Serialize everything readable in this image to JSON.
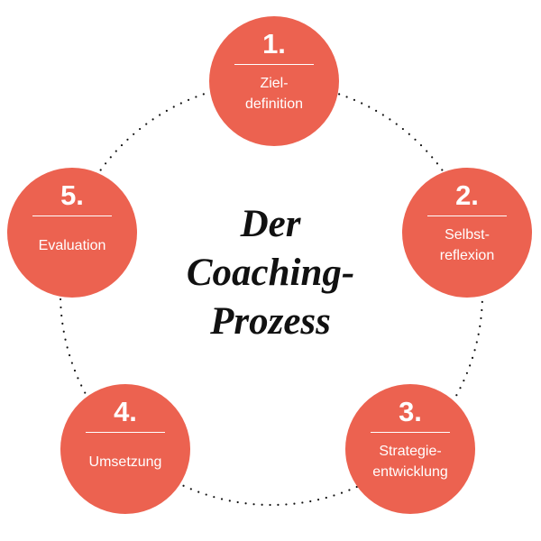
{
  "title": [
    "Der",
    "Coaching-",
    "Prozess"
  ],
  "colors": {
    "accent": "#EC6250",
    "text_on_accent": "#FFFFFF",
    "dots": "#111111"
  },
  "steps": [
    {
      "number": "1.",
      "label": [
        "Ziel-",
        "definition"
      ]
    },
    {
      "number": "2.",
      "label": [
        "Selbst-",
        "reflexion"
      ]
    },
    {
      "number": "3.",
      "label": [
        "Strategie-",
        "entwicklung"
      ]
    },
    {
      "number": "4.",
      "label": [
        "Umsetzung"
      ]
    },
    {
      "number": "5.",
      "label": [
        "Evaluation"
      ]
    }
  ]
}
